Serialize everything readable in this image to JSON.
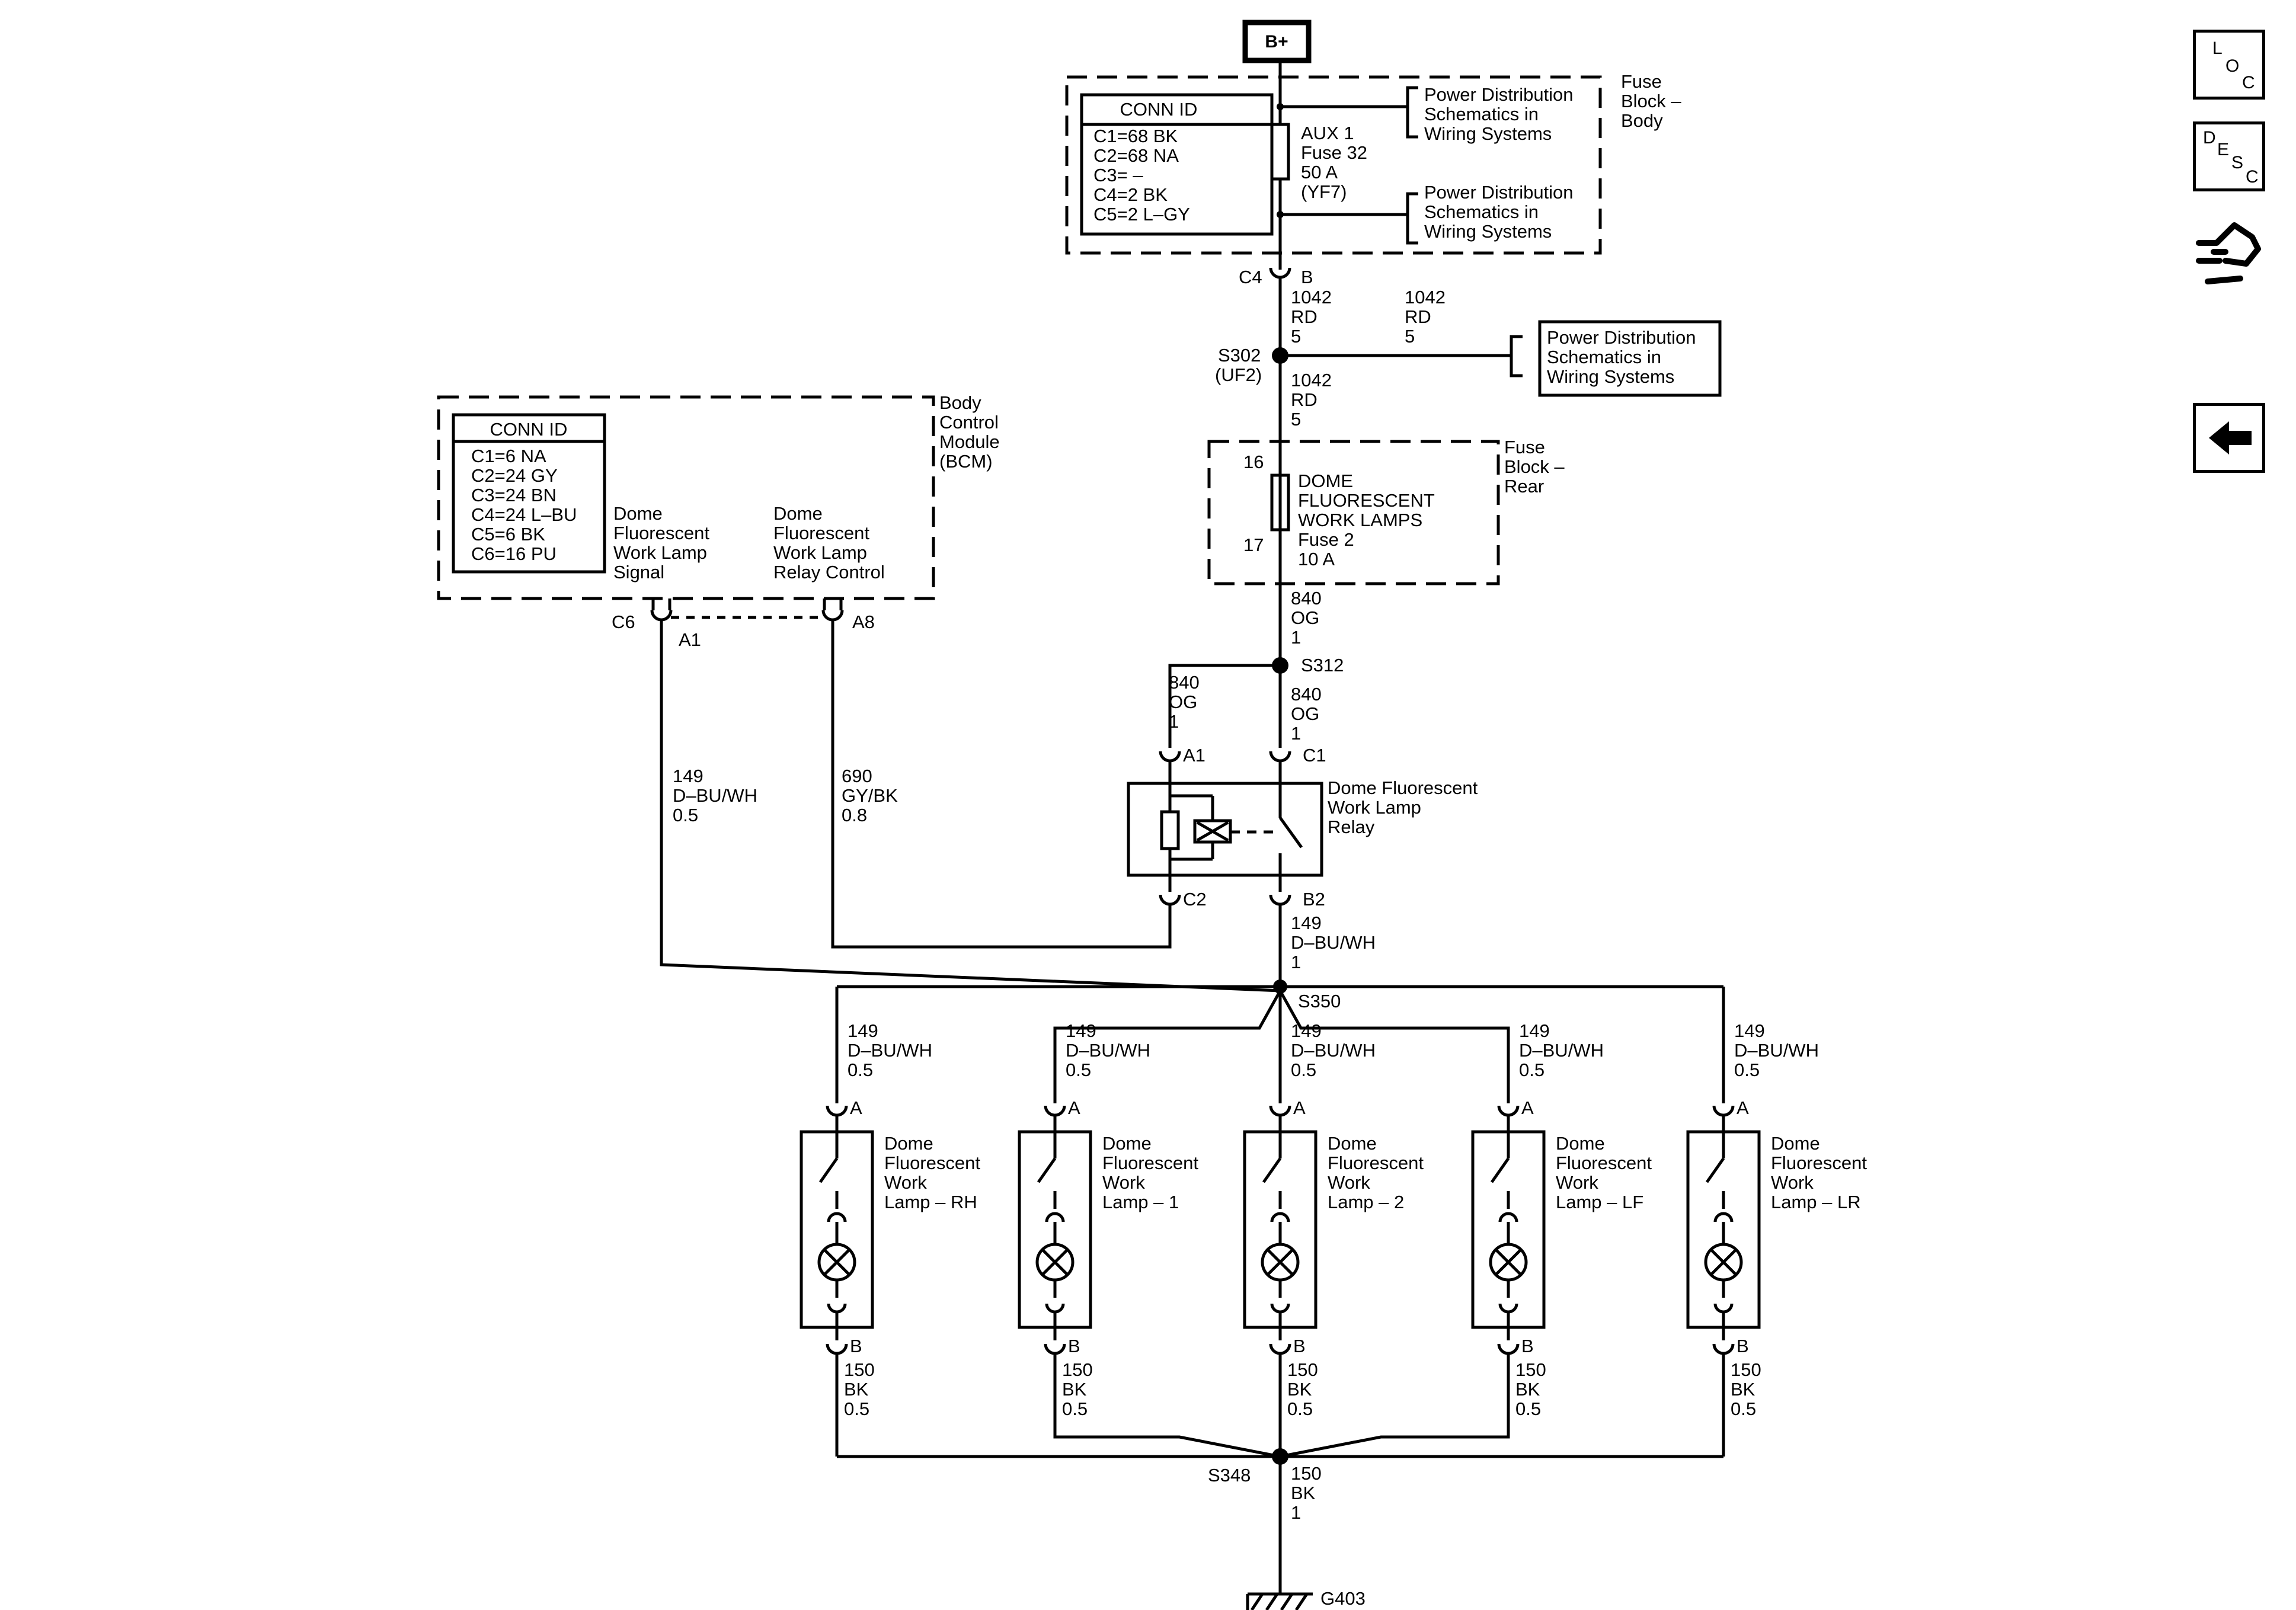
{
  "power_source": "B+",
  "fuse_block_body": {
    "title": [
      "Fuse",
      "Block –",
      "Body"
    ],
    "conn_id_title": "CONN ID",
    "conn_ids": [
      "C1=68 BK",
      "C2=68 NA",
      "C3= –",
      "C4=2 BK",
      "C5=2 L–GY"
    ],
    "fuse": [
      "AUX 1",
      "Fuse 32",
      "50 A",
      "(YF7)"
    ],
    "ref_top": [
      "Power Distribution",
      "Schematics in",
      "Wiring Systems"
    ],
    "ref_bottom": [
      "Power Distribution",
      "Schematics in",
      "Wiring Systems"
    ],
    "connector": "C4",
    "pin": "B"
  },
  "wire_1042_a": [
    "1042",
    "RD",
    "5"
  ],
  "wire_1042_b": [
    "1042",
    "RD",
    "5"
  ],
  "wire_1042_c": [
    "1042",
    "RD",
    "5"
  ],
  "splice_s302": [
    "S302",
    "(UF2)"
  ],
  "ref_s302": [
    "Power Distribution",
    "Schematics in",
    "Wiring Systems"
  ],
  "fuse_block_rear": {
    "title": [
      "Fuse",
      "Block –",
      "Rear"
    ],
    "pin_in": "16",
    "pin_out": "17",
    "fuse": [
      "DOME",
      "FLUORESCENT",
      "WORK LAMPS",
      "Fuse 2",
      "10 A"
    ]
  },
  "wire_840_main": [
    "840",
    "OG",
    "1"
  ],
  "splice_s312": "S312",
  "wire_840_left": [
    "840",
    "OG",
    "1"
  ],
  "wire_840_right": [
    "840",
    "OG",
    "1"
  ],
  "bcm": {
    "title": [
      "Body",
      "Control",
      "Module",
      "(BCM)"
    ],
    "conn_id_title": "CONN ID",
    "conn_ids": [
      "C1=6 NA",
      "C2=24 GY",
      "C3=24 BN",
      "C4=24 L–BU",
      "C5=6 BK",
      "C6=16 PU"
    ],
    "signal_label": [
      "Dome",
      "Fluorescent",
      "Work Lamp",
      "Signal"
    ],
    "relay_label": [
      "Dome",
      "Fluorescent",
      "Work Lamp",
      "Relay Control"
    ],
    "connector": "C6",
    "pin_a1": "A1",
    "pin_a8": "A8"
  },
  "wire_149_bcm": [
    "149",
    "D–BU/WH",
    "0.5"
  ],
  "wire_690": [
    "690",
    "GY/BK",
    "0.8"
  ],
  "relay": {
    "title": [
      "Dome Fluorescent",
      "Work Lamp",
      "Relay"
    ],
    "pin_a1": "A1",
    "pin_c1": "C1",
    "pin_c2": "C2",
    "pin_b2": "B2"
  },
  "wire_149_relay": [
    "149",
    "D–BU/WH",
    "1"
  ],
  "splice_s350": "S350",
  "lamps": [
    {
      "label": [
        "Dome",
        "Fluorescent",
        "Work",
        "Lamp – RH"
      ],
      "wire_in": [
        "149",
        "D–BU/WH",
        "0.5"
      ],
      "pin_in": "A",
      "pin_out": "B",
      "wire_out": [
        "150",
        "BK",
        "0.5"
      ]
    },
    {
      "label": [
        "Dome",
        "Fluorescent",
        "Work",
        "Lamp – 1"
      ],
      "wire_in": [
        "149",
        "D–BU/WH",
        "0.5"
      ],
      "pin_in": "A",
      "pin_out": "B",
      "wire_out": [
        "150",
        "BK",
        "0.5"
      ]
    },
    {
      "label": [
        "Dome",
        "Fluorescent",
        "Work",
        "Lamp – 2"
      ],
      "wire_in": [
        "149",
        "D–BU/WH",
        "0.5"
      ],
      "pin_in": "A",
      "pin_out": "B",
      "wire_out": [
        "150",
        "BK",
        "0.5"
      ]
    },
    {
      "label": [
        "Dome",
        "Fluorescent",
        "Work",
        "Lamp – LF"
      ],
      "wire_in": [
        "149",
        "D–BU/WH",
        "0.5"
      ],
      "pin_in": "A",
      "pin_out": "B",
      "wire_out": [
        "150",
        "BK",
        "0.5"
      ]
    },
    {
      "label": [
        "Dome",
        "Fluorescent",
        "Work",
        "Lamp – LR"
      ],
      "wire_in": [
        "149",
        "D–BU/WH",
        "0.5"
      ],
      "pin_in": "A",
      "pin_out": "B",
      "wire_out": [
        "150",
        "BK",
        "0.5"
      ]
    }
  ],
  "splice_s348": "S348",
  "wire_150_ground": [
    "150",
    "BK",
    "1"
  ],
  "ground": "G403",
  "nav": {
    "loc": [
      "L",
      "O",
      "C"
    ],
    "desc": [
      "D",
      "E",
      "S",
      "C"
    ],
    "back_icon": "left-arrow-icon",
    "connector_icon": "plug-icon"
  }
}
